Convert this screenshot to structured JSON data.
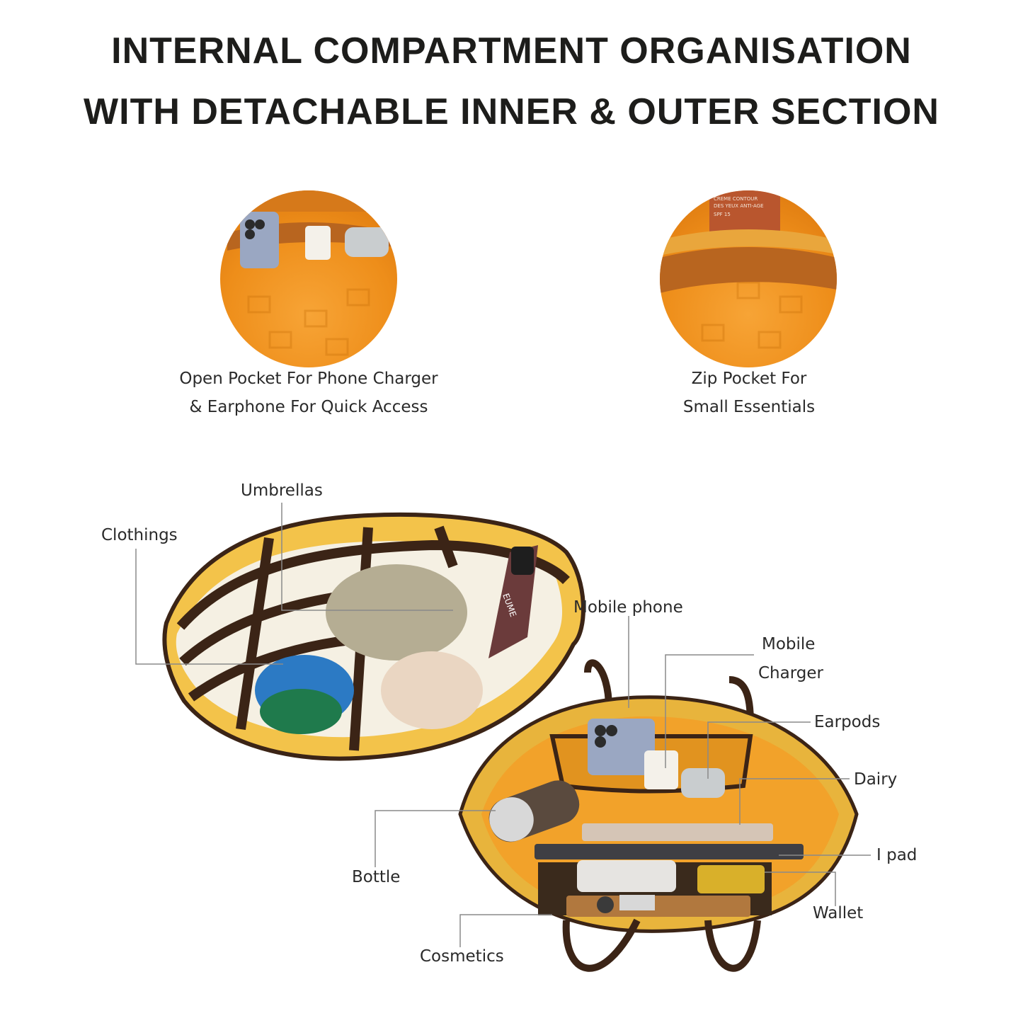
{
  "heading": {
    "line1": "INTERNAL COMPARTMENT ORGANISATION",
    "line2": "WITH DETACHABLE INNER & OUTER SECTION"
  },
  "features": [
    {
      "caption_line1": "Open Pocket For Phone Charger",
      "caption_line2": "& Earphone For Quick Access"
    },
    {
      "caption_line1": "Zip Pocket For",
      "caption_line2": "Small Essentials"
    }
  ],
  "product_text": {
    "cosmetic_box_line1": "CREME CONTOUR",
    "cosmetic_box_line2": "DES YEUX ANTI-AGE",
    "cosmetic_box_line3": "SPF 15",
    "umbrella_brand": "EUME"
  },
  "callouts": {
    "umbrellas": "Umbrellas",
    "clothings": "Clothings",
    "mobile_phone": "Mobile phone",
    "mobile_charger_line1": "Mobile",
    "mobile_charger_line2": "Charger",
    "earpods": "Earpods",
    "dairy": "Dairy",
    "bottle": "Bottle",
    "ipad": "I pad",
    "wallet": "Wallet",
    "cosmetics": "Cosmetics"
  },
  "colors": {
    "lining_orange": "#ee8e1a",
    "leather_tan": "#b5631f",
    "strap_dark_brown": "#3b2416",
    "trim_yellow": "#e8b22a",
    "leader_line": "#8a8a8a"
  }
}
